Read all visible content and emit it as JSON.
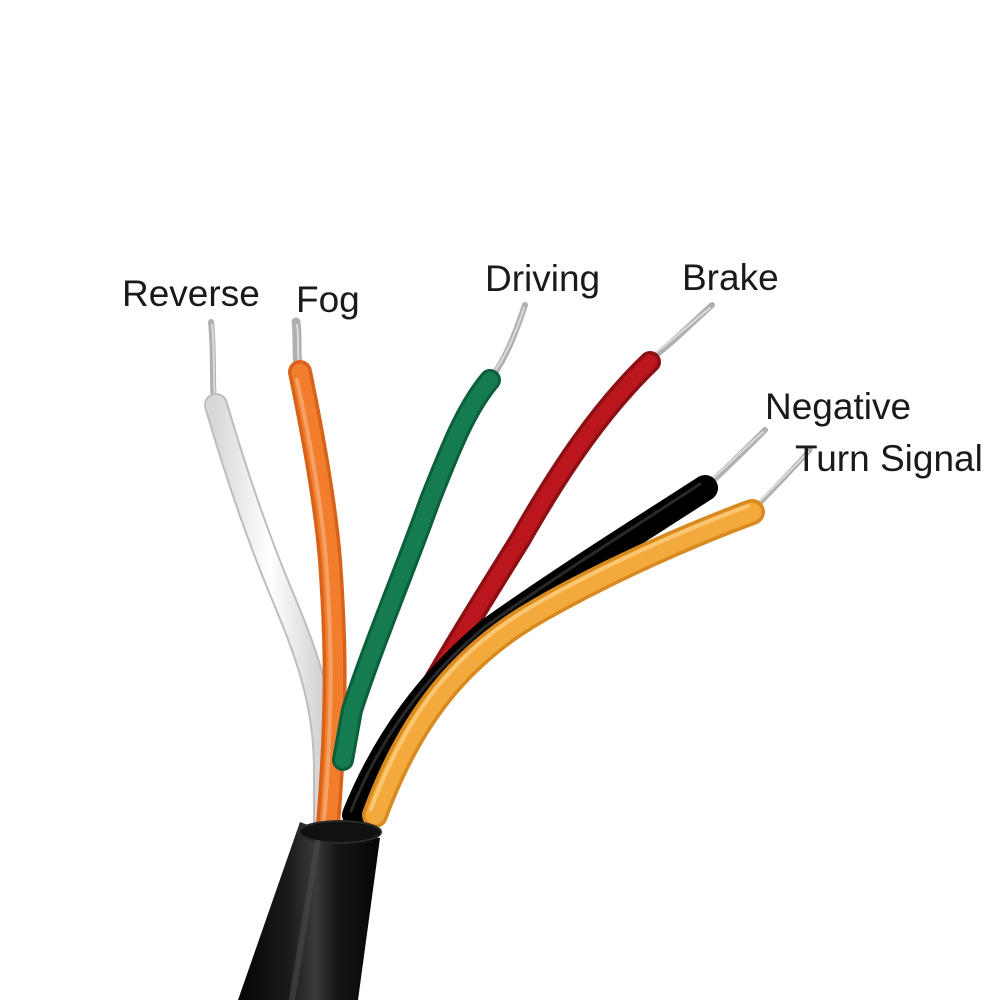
{
  "labels": {
    "reverse": "Reverse",
    "fog": "Fog",
    "driving": "Driving",
    "brake": "Brake",
    "negative": "Negative",
    "turn_signal": "Turn Signal"
  },
  "wires": [
    {
      "name": "Reverse",
      "color": "#f2f2f2"
    },
    {
      "name": "Fog",
      "color": "#f07a2a"
    },
    {
      "name": "Driving",
      "color": "#137a4e"
    },
    {
      "name": "Brake",
      "color": "#b8141c"
    },
    {
      "name": "Negative",
      "color": "#111111"
    },
    {
      "name": "Turn Signal",
      "color": "#f2a73a"
    }
  ],
  "colors": {
    "background": "#ffffff",
    "sheath": "#0b0b0b",
    "copper_strand": "#b9b9b9",
    "label_text": "#1a1a1a"
  }
}
